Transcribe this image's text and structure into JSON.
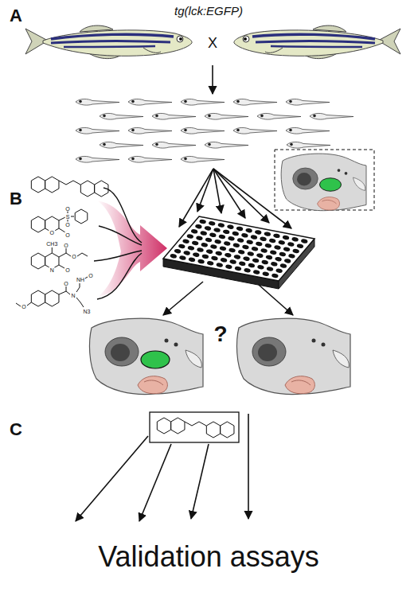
{
  "diagram": {
    "labels": [
      "A",
      "tg(lck:EGFP)",
      "X",
      "B",
      "O",
      "O",
      "S",
      "O",
      "O",
      "CH3",
      "O",
      "O",
      "N",
      "O",
      "O",
      "O",
      "N",
      "NH",
      "O",
      "N3",
      "?",
      "C",
      "Validation assays"
    ]
  }
}
